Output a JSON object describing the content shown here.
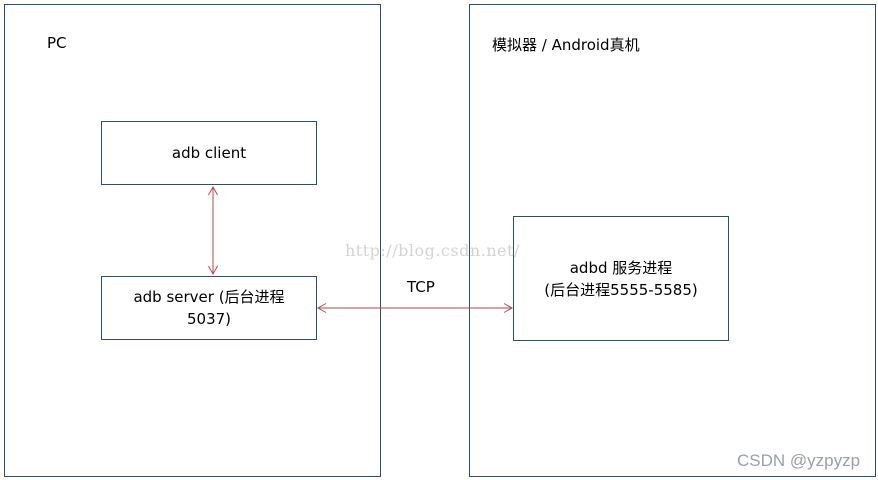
{
  "pc_panel": {
    "title": "PC"
  },
  "device_panel": {
    "title": "模拟器 / Android真机"
  },
  "adb_client": {
    "label": "adb client"
  },
  "adb_server": {
    "line1": "adb server (后台进程",
    "line2": "5037)"
  },
  "adbd": {
    "line1": "adbd 服务进程",
    "line2": "(后台进程5555-5585)"
  },
  "connection": {
    "label": "TCP"
  },
  "watermark": "http://blog.csdn.net/",
  "footer": "CSDN @yzpyzp",
  "colors": {
    "border": "#2f4f6f",
    "arrow": "#b5494c",
    "watermark": "#d3d3d3",
    "footer": "#9aa0a6"
  }
}
